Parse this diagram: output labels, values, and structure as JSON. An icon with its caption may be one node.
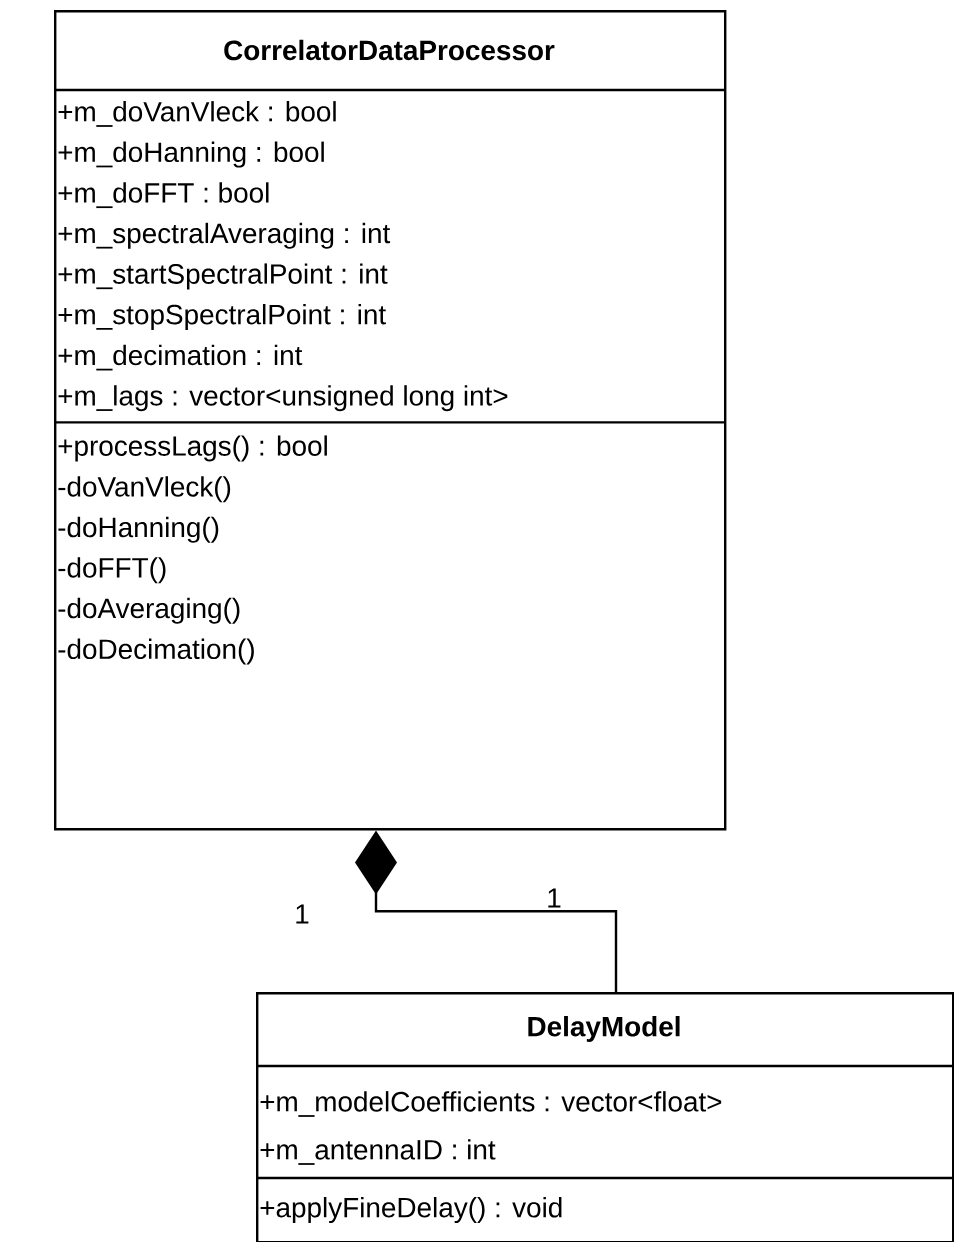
{
  "diagram": {
    "nodes": [
      {
        "text": [
          "CorrelatorDataProcessor",
          "+m_doVanVleck : bool",
          "+m_doHanning : bool",
          "+m_doFFT : bool",
          "+m_spectralAveraging : int",
          "+m_startSpectralPoint : int",
          "+m_stopSpectralPoint : int",
          "+m_decimation : int",
          "+m_lags : vector<unsigned long int>",
          "+processLags() : bool",
          "-doVanVleck()",
          "-doHanning()",
          "-doFFT()",
          "-doAveraging()",
          "-doDecimation()"
        ]
      },
      {
        "text": [
          "DelayModel",
          "+m_modelCoefficients : vector<float>",
          "+m_antennaID : int",
          "+applyFineDelay() : void"
        ]
      }
    ],
    "edges": [
      {
        "from": 1,
        "to": 0,
        "arrow": "other"
      }
    ],
    "labels": [
      "1",
      "1"
    ]
  }
}
